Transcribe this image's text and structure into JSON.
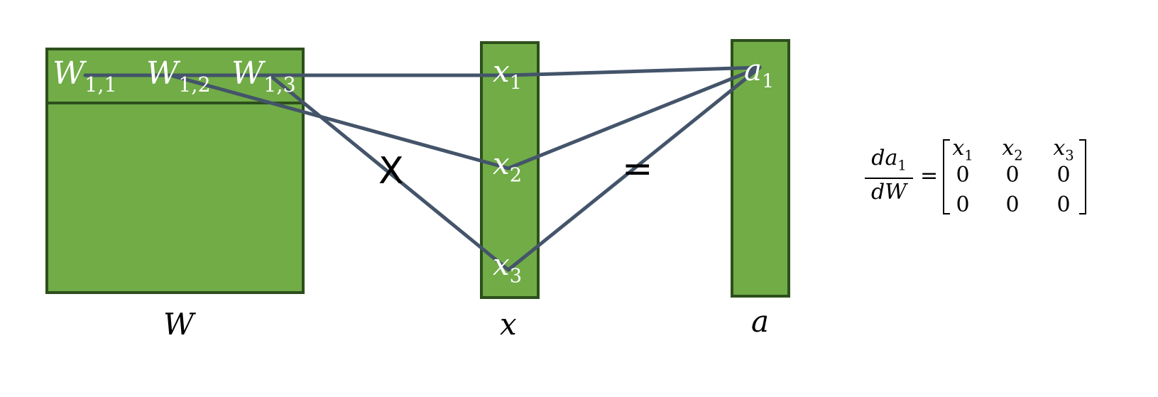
{
  "matrix_w": {
    "row_labels": [
      {
        "base": "W",
        "sub": "1,1"
      },
      {
        "base": "W",
        "sub": "1,2"
      },
      {
        "base": "W",
        "sub": "1,3"
      }
    ],
    "caption": "W"
  },
  "vector_x": {
    "labels": [
      {
        "base": "x",
        "sub": "1"
      },
      {
        "base": "x",
        "sub": "2"
      },
      {
        "base": "x",
        "sub": "3"
      }
    ],
    "caption": "x"
  },
  "vector_a": {
    "label": {
      "base": "a",
      "sub": "1"
    },
    "caption": "a"
  },
  "operators": {
    "times": "X",
    "equals": "="
  },
  "derivative": {
    "numerator": {
      "base": "da",
      "sub": "1"
    },
    "denominator": "dW",
    "equals": "=",
    "matrix": [
      [
        {
          "base": "x",
          "sub": "1"
        },
        {
          "base": "x",
          "sub": "2"
        },
        {
          "base": "x",
          "sub": "3"
        }
      ],
      [
        {
          "text": "0"
        },
        {
          "text": "0"
        },
        {
          "text": "0"
        }
      ],
      [
        {
          "text": "0"
        },
        {
          "text": "0"
        },
        {
          "text": "0"
        }
      ]
    ]
  },
  "colors": {
    "box_fill": "#71ac47",
    "box_border": "#2d4f1c",
    "connector": "#44546a",
    "label": "#ffffff"
  }
}
